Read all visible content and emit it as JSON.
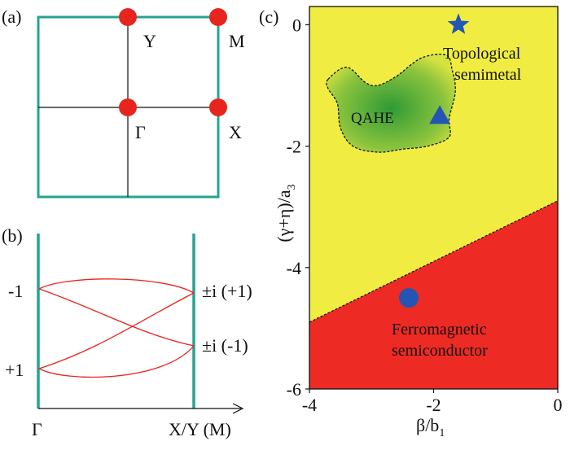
{
  "panels": {
    "a": {
      "label": "(a)",
      "points": [
        {
          "label": "Y"
        },
        {
          "label": "M"
        },
        {
          "label": "Γ"
        },
        {
          "label": "X"
        }
      ],
      "colors": {
        "border": "#26a48f",
        "point": "#e8241f",
        "axis": "#111111"
      }
    },
    "b": {
      "label": "(b)",
      "y_labels": {
        "top_left": "-1",
        "bottom_left": "+1",
        "top_right": "±i (+1)",
        "bottom_right": "±i (-1)"
      },
      "x_labels": {
        "left": "Γ",
        "right": "X/Y (M)"
      },
      "colors": {
        "bar": "#26a48f",
        "curve": "#e8241f"
      }
    },
    "c": {
      "label": "(c)",
      "xlabel": "β/b",
      "xlabel_sub": "1",
      "ylabel": "(γ+η)/a",
      "ylabel_sub": "3",
      "regions": {
        "qahe": "QAHE",
        "topo_line1": "Topological",
        "topo_line2": "semimetal",
        "ferro_line1": "Ferromagnetic",
        "ferro_line2": "semiconductor"
      },
      "colors": {
        "yellow": "#f0ec41",
        "red": "#ee2a24",
        "green": "#2f9a35",
        "marker": "#2355b5"
      }
    }
  },
  "chart_data": {
    "type": "phase-diagram",
    "xlim": [
      -4,
      0
    ],
    "ylim": [
      -6,
      0.3
    ],
    "x_ticks": [
      "-4",
      "-2",
      "0"
    ],
    "y_ticks": [
      "0",
      "-2",
      "-4",
      "-6"
    ],
    "x_tick_values": [
      -4,
      -2,
      0
    ],
    "y_tick_values": [
      0,
      -2,
      -4,
      -6
    ],
    "boundary_line": {
      "x": [
        -4,
        0
      ],
      "y": [
        -4.9,
        -2.9
      ]
    },
    "markers": [
      {
        "shape": "star",
        "x": -1.6,
        "y": 0.0
      },
      {
        "shape": "triangle",
        "x": -1.9,
        "y": -1.5
      },
      {
        "shape": "circle",
        "x": -2.4,
        "y": -4.5
      }
    ],
    "qahe_region": [
      [
        -3.7,
        -0.9
      ],
      [
        -3.4,
        -0.7
      ],
      [
        -3.1,
        -0.95
      ],
      [
        -2.9,
        -1.0
      ],
      [
        -2.6,
        -0.85
      ],
      [
        -2.2,
        -0.55
      ],
      [
        -1.8,
        -0.5
      ],
      [
        -1.7,
        -0.75
      ],
      [
        -1.65,
        -1.1
      ],
      [
        -1.75,
        -1.55
      ],
      [
        -1.75,
        -1.85
      ],
      [
        -2.1,
        -2.0
      ],
      [
        -2.5,
        -2.05
      ],
      [
        -2.9,
        -2.1
      ],
      [
        -3.3,
        -2.0
      ],
      [
        -3.5,
        -1.7
      ],
      [
        -3.55,
        -1.3
      ],
      [
        -3.7,
        -1.05
      ]
    ]
  }
}
